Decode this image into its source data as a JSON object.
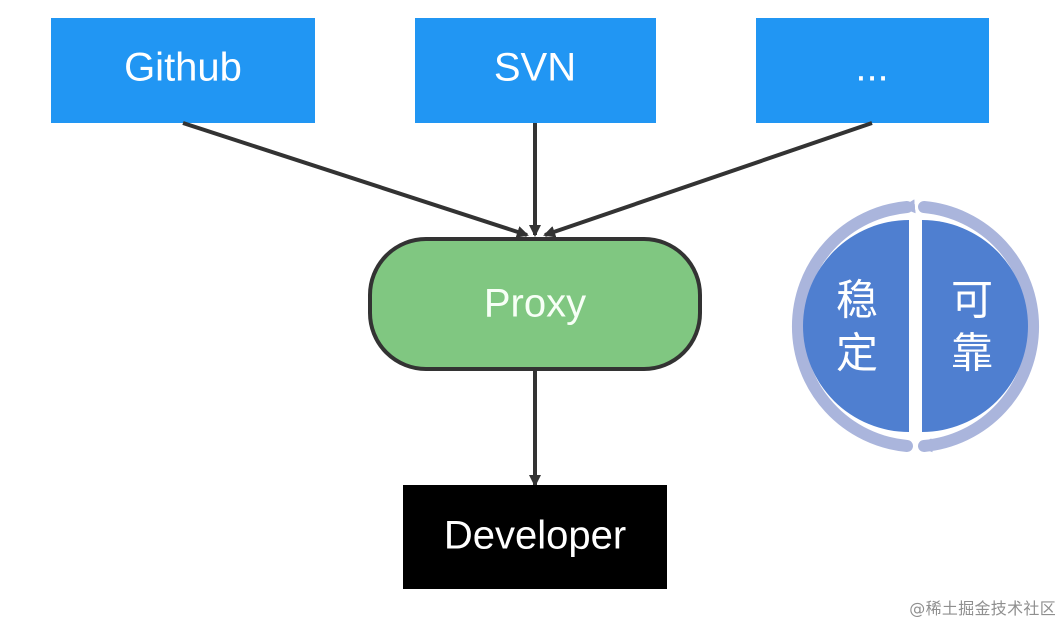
{
  "sources": [
    {
      "label": "Github"
    },
    {
      "label": "SVN"
    },
    {
      "label": "..."
    }
  ],
  "proxy": {
    "label": "Proxy"
  },
  "developer": {
    "label": "Developer"
  },
  "badge": {
    "left_text": [
      "稳",
      "定"
    ],
    "right_text": [
      "可",
      "靠"
    ]
  },
  "watermark": "@稀土掘金技术社区",
  "colors": {
    "source_fill": "#2196f3",
    "proxy_fill": "#80c781",
    "proxy_stroke": "#333333",
    "developer_fill": "#000000",
    "badge_fill": "#4f7fd0",
    "badge_ring": "#aab5dc",
    "arrow": "#333333"
  }
}
